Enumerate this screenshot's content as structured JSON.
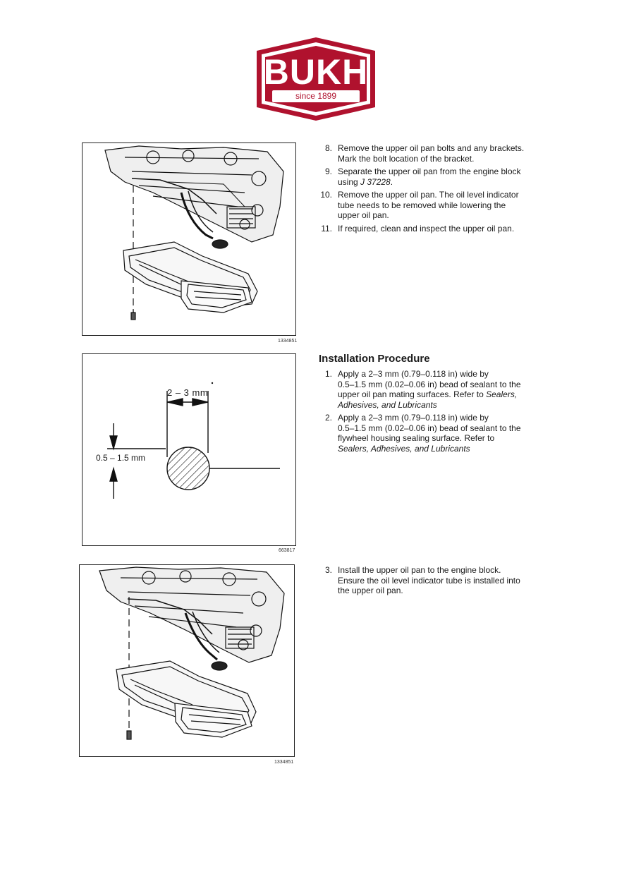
{
  "logo": {
    "brand": "BUKH",
    "tagline": "since 1899",
    "color": "#b0122e"
  },
  "figures": [
    {
      "id": "1334851"
    },
    {
      "id": "663817",
      "width_label": "2 – 3 mm",
      "height_label": "0.5 – 1.5 mm"
    },
    {
      "id": "1334851"
    }
  ],
  "removal_steps": [
    {
      "num": "8.",
      "line1": "Remove the upper oil pan bolts and any brackets.",
      "line2": "Mark the bolt location of the bracket."
    },
    {
      "num": "9.",
      "line1": "Separate the upper oil pan from the engine block",
      "line2_prefix": "using ",
      "line2_italic": "J 37228",
      "line2_suffix": "."
    },
    {
      "num": "10.",
      "line1": "Remove the upper oil pan. The oil level indicator",
      "line2": "tube needs to be removed while lowering the",
      "line3": "upper oil pan."
    },
    {
      "num": "11.",
      "line1": "If required, clean and inspect the upper oil pan."
    }
  ],
  "installation": {
    "heading": "Installation Procedure",
    "steps": [
      {
        "num": "1.",
        "line1": "Apply a 2–3 mm (0.79–0.118 in) wide by",
        "line2": "0.5–1.5 mm (0.02–0.06 in) bead of sealant to the",
        "line3_prefix": "upper oil pan mating surfaces. Refer to ",
        "line3_italic": "Sealers,",
        "line4_italic": "Adhesives, and Lubricants"
      },
      {
        "num": "2.",
        "line1": "Apply a 2–3 mm (0.79–0.118 in) wide by",
        "line2": "0.5–1.5 mm (0.02–0.06 in) bead of sealant to the",
        "line3": "flywheel housing sealing surface. Refer to",
        "line4_italic": "Sealers, Adhesives, and Lubricants"
      },
      {
        "num": "3.",
        "line1": "Install the upper oil pan to the engine block.",
        "line2": "Ensure the oil level indicator tube is installed into",
        "line3": "the upper oil pan."
      }
    ]
  }
}
